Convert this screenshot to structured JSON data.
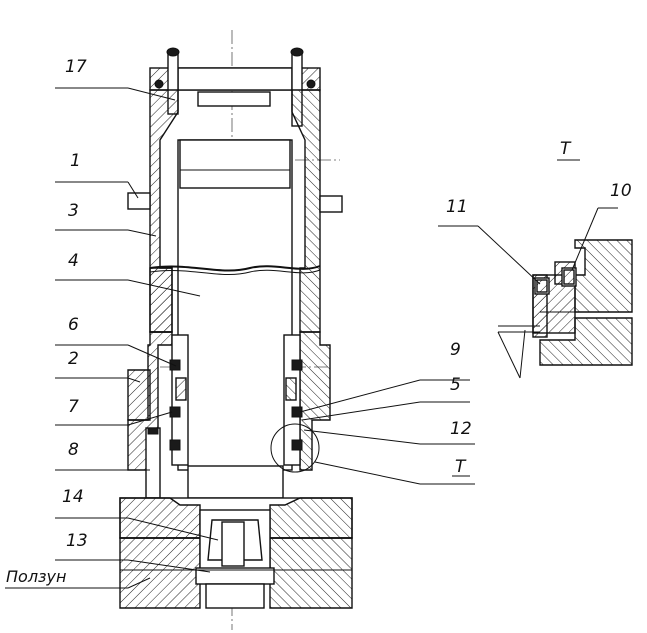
{
  "drawing": {
    "callouts": [
      {
        "id": "17",
        "text": "17"
      },
      {
        "id": "1",
        "text": "1"
      },
      {
        "id": "3",
        "text": "3"
      },
      {
        "id": "4",
        "text": "4"
      },
      {
        "id": "6",
        "text": "6"
      },
      {
        "id": "2",
        "text": "2"
      },
      {
        "id": "7",
        "text": "7"
      },
      {
        "id": "8",
        "text": "8"
      },
      {
        "id": "14",
        "text": "14"
      },
      {
        "id": "13",
        "text": "13"
      },
      {
        "id": "slider",
        "text": "Ползун"
      },
      {
        "id": "9",
        "text": "9"
      },
      {
        "id": "5",
        "text": "5"
      },
      {
        "id": "12",
        "text": "12"
      },
      {
        "id": "T-callout",
        "text": "Т"
      },
      {
        "id": "11",
        "text": "11"
      },
      {
        "id": "10",
        "text": "10"
      }
    ],
    "detail_view": {
      "title": "Т"
    }
  }
}
